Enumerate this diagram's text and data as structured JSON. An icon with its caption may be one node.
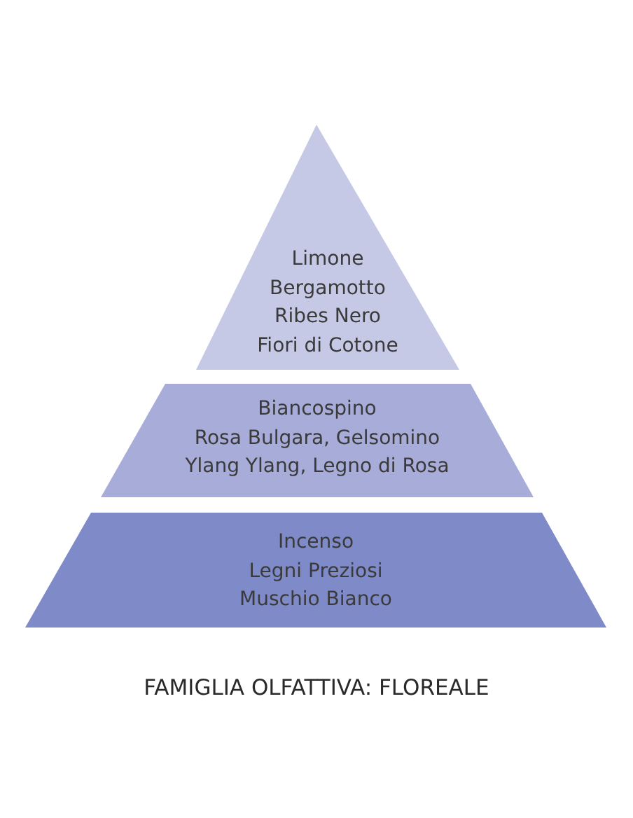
{
  "diagram": {
    "caption": "FAMIGLIA OLFATTIVA: FLOREALE",
    "nodes": [
      {
        "text": [
          "Limone",
          "Bergamotto",
          "Ribes Nero",
          "Fiori di Cotone"
        ]
      },
      {
        "text": [
          "Biancospino",
          "Rosa Bulgara, Gelsomino",
          "Ylang Ylang, Legno di Rosa"
        ]
      },
      {
        "text": [
          "Incenso",
          "Legni Preziosi",
          "Muschio Bianco"
        ]
      }
    ]
  }
}
